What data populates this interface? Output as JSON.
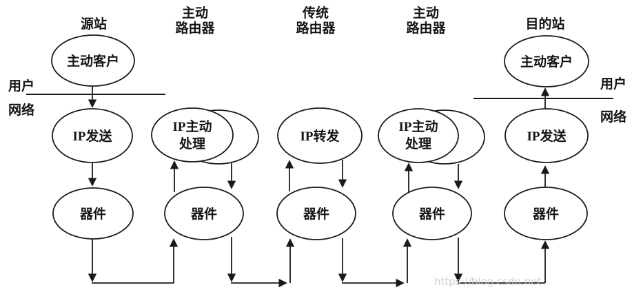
{
  "colors": {
    "ink": "#1a1a1a",
    "background": "#ffffff",
    "watermark": "#c9c9c9"
  },
  "watermark": {
    "text": "https://blog.csdn.net"
  },
  "boundaries": {
    "left": {
      "upper_label": "用户",
      "lower_label": "网络"
    },
    "right": {
      "upper_label": "用户",
      "lower_label": "网络"
    }
  },
  "columns": {
    "source": {
      "title": "源站",
      "client": "主动客户",
      "ip": "IP发送",
      "device": "器件"
    },
    "active_router_1": {
      "title_line1": "主动",
      "title_line2": "路由器",
      "ip_line1": "IP主动",
      "ip_line2": "处理",
      "device": "器件"
    },
    "legacy_router": {
      "title_line1": "传统",
      "title_line2": "路由器",
      "ip": "IP转发",
      "device": "器件"
    },
    "active_router_2": {
      "title_line1": "主动",
      "title_line2": "路由器",
      "ip_line1": "IP主动",
      "ip_line2": "处理",
      "device": "器件"
    },
    "destination": {
      "title": "目的站",
      "client": "主动客户",
      "ip": "IP发送",
      "device": "器件"
    }
  }
}
